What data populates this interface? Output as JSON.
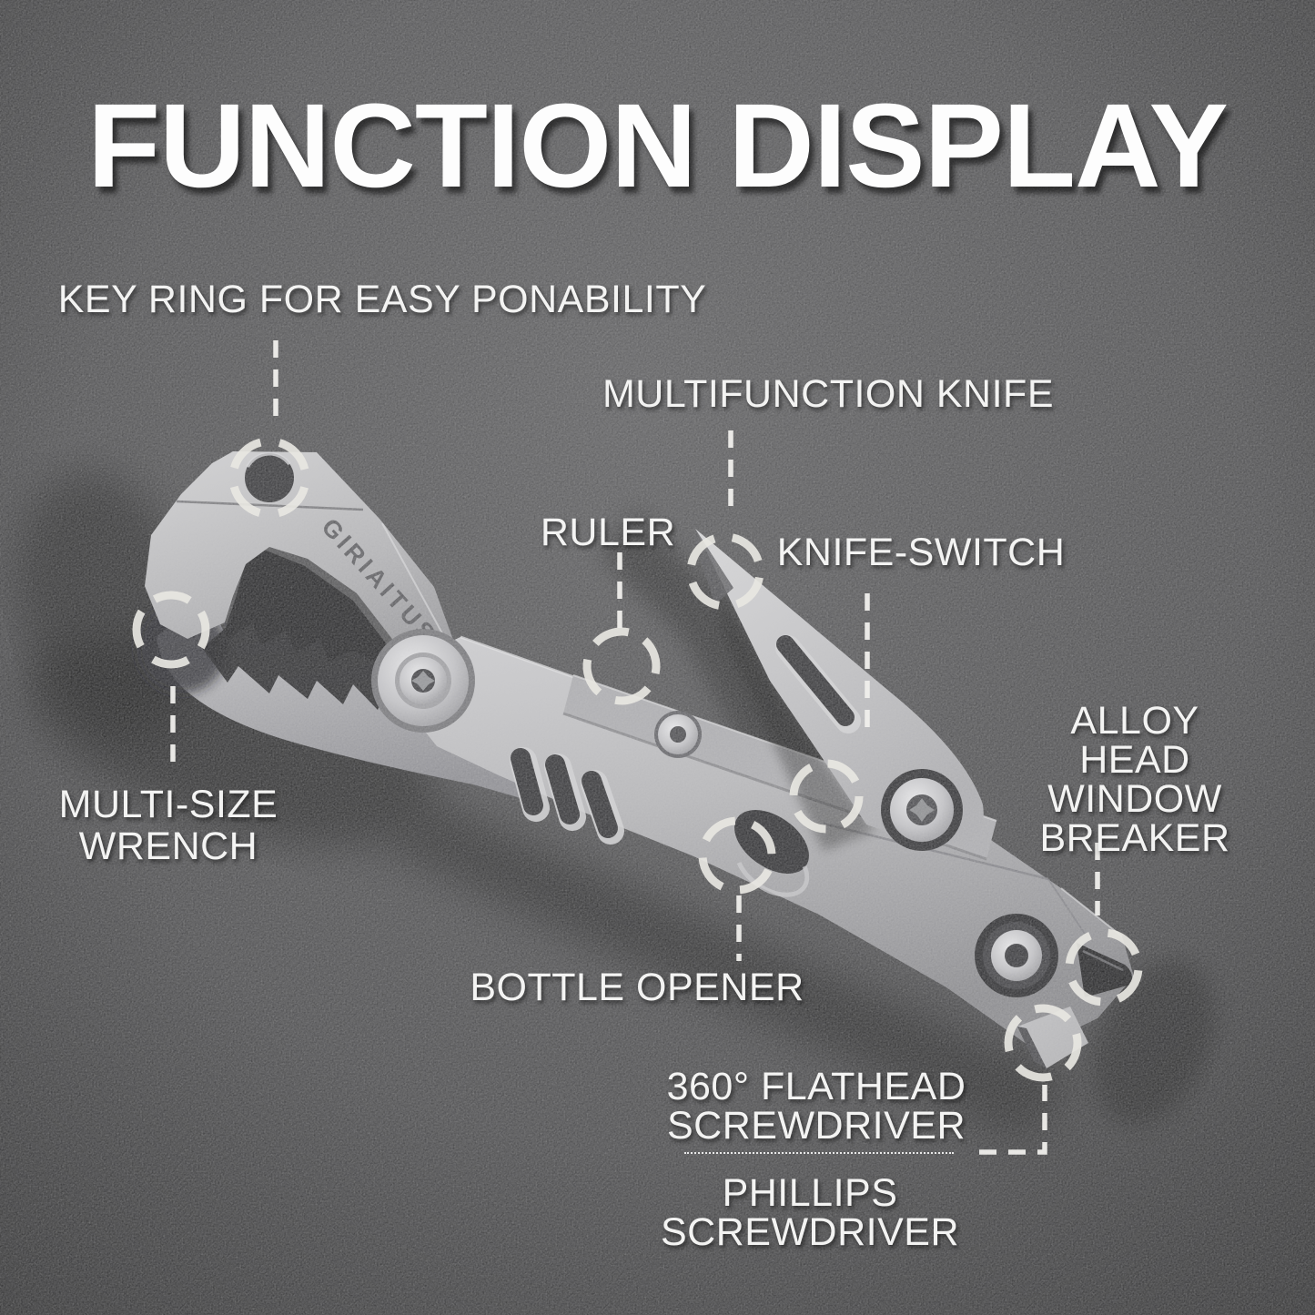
{
  "title": "FUNCTION DISPLAY",
  "product": {
    "brand_engraving": "GIRIAITUS",
    "type_hint": "keychain multitool on dark textured background"
  },
  "callouts": {
    "key_ring": "KEY RING FOR EASY PONABILITY",
    "multifunction_knife": "MULTIFUNCTION KNIFE",
    "ruler": "RULER",
    "knife_switch": "KNIFE-SWITCH",
    "multi_size_wrench": "MULTI-SIZE\nWRENCH",
    "alloy_head_window_breaker": "ALLOY HEAD\nWINDOW\nBREAKER",
    "bottle_opener": "BOTTLE OPENER",
    "flathead_screwdriver": "360° FLATHEAD\nSCREWDRIVER",
    "phillips_screwdriver": "PHILLIPS\nSCREWDRIVER"
  },
  "colors": {
    "background": "#3a3a3c",
    "label_text": "#f3f3f2",
    "title_text": "#fdfdfd",
    "metal_light": "#cfcfd2",
    "metal_dark": "#7a7a7e",
    "callout_stroke": "#e9e7e2"
  }
}
